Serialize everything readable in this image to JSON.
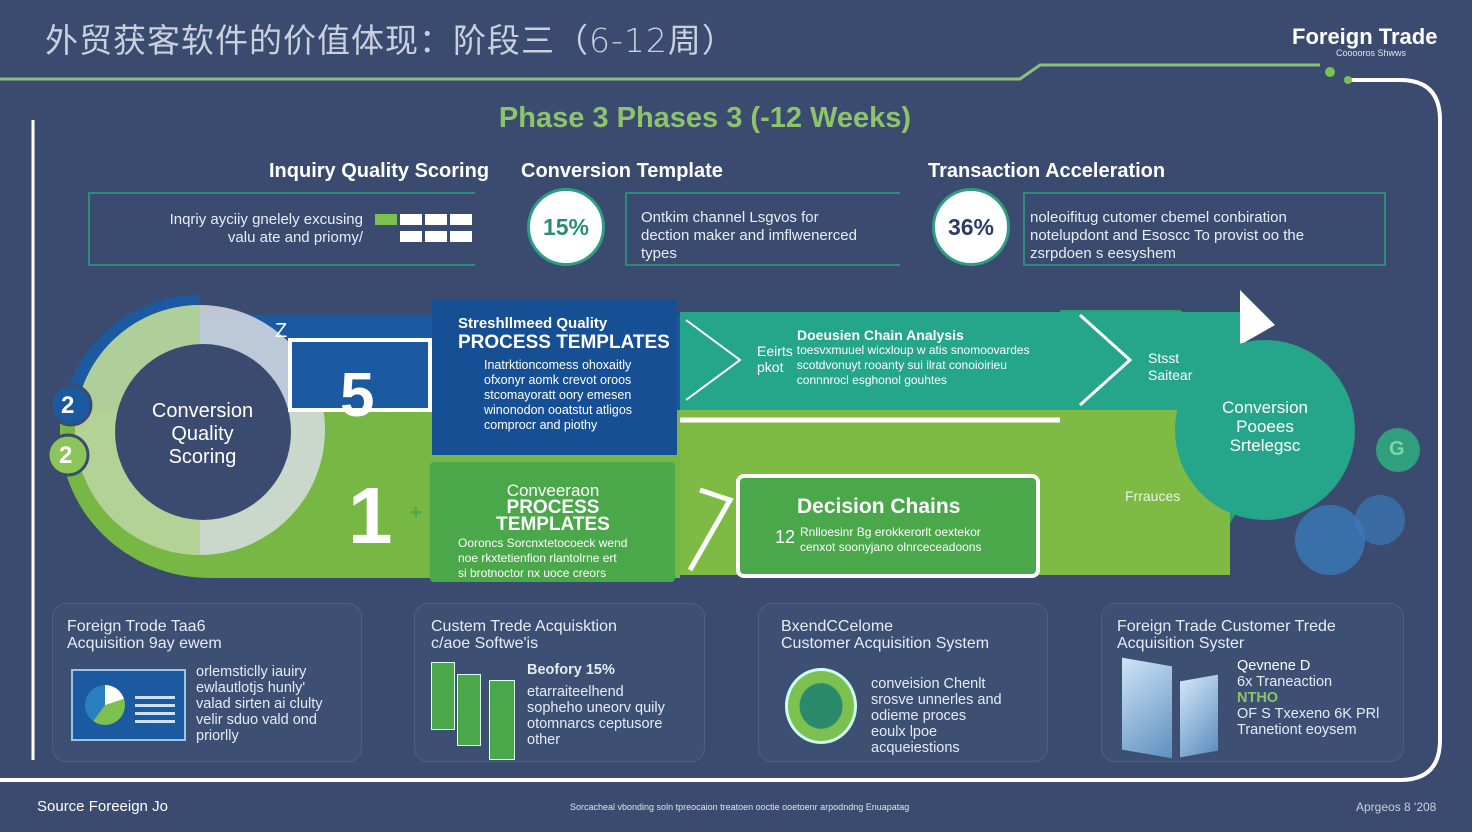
{
  "header": {
    "title": "外贸获客软件的价值体现：阶段三（6-12周）",
    "logo_title": "Foreign Trade",
    "logo_subtitle": "Cooooros Shwws"
  },
  "phase_heading": "Phase 3 Phases 3 (-12 Weeks)",
  "metrics": [
    {
      "heading": "Inquiry Quality Scoring",
      "text_lines": [
        "Inqriy ayciiy gnelely excusing",
        "valu ate and priomy/"
      ]
    },
    {
      "heading": "Conversion Template",
      "value": "15%",
      "text_lines": [
        "Ontkim channel Lsgvos for",
        "dection maker and imflwenerced",
        "types"
      ]
    },
    {
      "heading": "Transaction Acceleration",
      "value": "36%",
      "text_lines": [
        "noleoifitug cutomer cbemel conbiration",
        "notelupdont and Esoscc To provist oo the",
        "zsrpdoen s eesyshem"
      ]
    }
  ],
  "diagram": {
    "center_left": [
      "Conversion",
      "Quality",
      "Scoring"
    ],
    "badge_top": "2",
    "badge_bottom": "2",
    "tick_label": "Z",
    "number_5": "5",
    "number_1": "1",
    "plus_marker": "+",
    "streamlined": {
      "title1": "Streshllmeed Quality",
      "title2": "PROCESS TEMPLATES",
      "lines": [
        "Inatrktioncomess ohoxaitly",
        "ofxonyr aomk crevot oroos",
        "stcomayoratt oory emesen",
        "winonodon ooatstut atligos",
        "comprocr and piothy"
      ]
    },
    "conversion_templates": {
      "title1": "Conveeraon",
      "title2": "PROCESS TEMPLATES",
      "lines": [
        "Ooroncs Sorcnxtetocoeck wend",
        "noe rkxtetienfion rlantolrne ert",
        "si brotnoctor nx uoce creors"
      ]
    },
    "decision_analysis": {
      "title": "Doeusien Chain Analysis",
      "prefix": [
        "Eeirts",
        "pkot"
      ],
      "lines": [
        "toesvxmuuel wicxloup w atis snomoovardes",
        "scotdvonuyt rooanty sui ilrat conoioirieu",
        "connnrocl esghonol gouhtes"
      ]
    },
    "decision_chains": {
      "title": "Decision Chains",
      "num": "12",
      "lines": [
        "Rnlloesinr Bg erokkerorlt oextekor",
        "cenxot soonyjano olnrceceadoons"
      ]
    },
    "first_career": [
      "Stsst",
      "Saitear"
    ],
    "right_circle": [
      "Conversion",
      "Pooees",
      "Srtelegsc"
    ],
    "fraauces": "Frrauces",
    "g_badge": "G"
  },
  "cards": [
    {
      "title": [
        "Foreign Trode Taa6",
        "Acquisition 9ay ewem"
      ],
      "body": [
        "orlemsticlly iauiry",
        "ewlautlotjs hunly'",
        "valad sirten ai clulty",
        "velir sduo vald ond",
        "priorlly"
      ],
      "icon": "dashboard-chart-icon"
    },
    {
      "title": [
        "Custem Trede Acquisktion",
        "c/aoe Softwe'is"
      ],
      "highlight": "Beofory 15%",
      "body": [
        "etarraiteelhend",
        "sopheho uneorv quily",
        "otomnarcs ceptusore",
        "other"
      ],
      "icon": "documents-icon"
    },
    {
      "title": [
        "BxendCCelome",
        "Customer Acquisition System"
      ],
      "body": [
        "conveision Chenlt",
        "srosve unnerles and",
        "odieme proces",
        "eoulx lpoe",
        "acqueiestions"
      ],
      "icon": "globe-ship-icon"
    },
    {
      "title": [
        "Foreign Trade Customer Trede",
        "Acquisition Syster"
      ],
      "hl1": "Qevnene D",
      "hl2": "6x Traneaction",
      "hl3": "NTHO",
      "body": [
        "OF S Txexeno 6K PRl",
        "Tranetiont eoysem"
      ],
      "icon": "buildings-icon"
    }
  ],
  "footer": {
    "source": "Source Foreeign Jo",
    "center": "Sorcacheal vbonding soln tpreocaion treatoen ooctie ooetoenr arpodndng Enuapatag",
    "right": "Aprgeos 8 '208"
  },
  "colors": {
    "background": "#3b4b6f",
    "accent_green": "#8dc46a",
    "blue": "#1b5aa0",
    "teal": "#25a68a",
    "green": "#76b843"
  }
}
